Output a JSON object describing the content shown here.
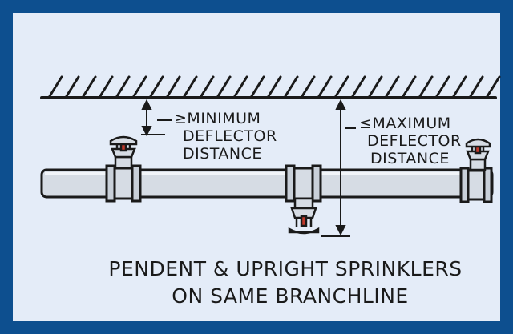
{
  "colors": {
    "frame": "#0d4f8f",
    "panel": "#e4ecf8",
    "ink": "#1a1a1a",
    "pipe": "#d6dce4",
    "bulb": "#c0392b"
  },
  "labels": {
    "min_line1": "≥MINIMUM",
    "min_line2": "DEFLECTOR",
    "min_line3": "DISTANCE",
    "max_line1": "≤MAXIMUM",
    "max_line2": "DEFLECTOR",
    "max_line3": "DISTANCE"
  },
  "caption": {
    "line1": "PENDENT & UPRIGHT SPRINKLERS",
    "line2": "ON SAME BRANCHLINE"
  },
  "icons": {
    "ceiling": "hatched-ceiling",
    "upright": "upright-sprinkler-icon",
    "pendent": "pendent-sprinkler-icon"
  }
}
